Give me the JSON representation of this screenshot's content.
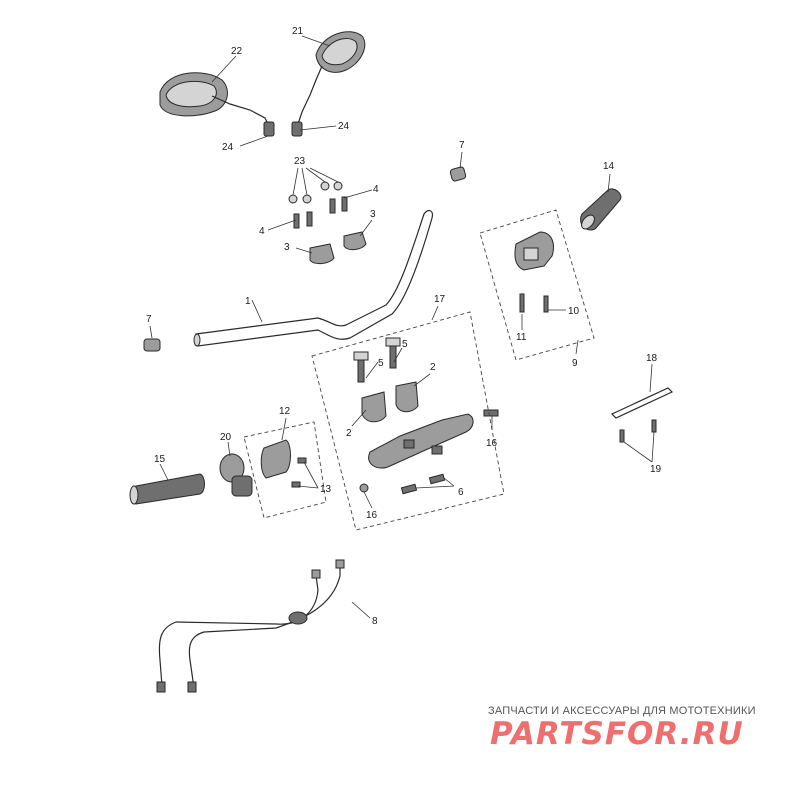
{
  "callouts": {
    "c1": "1",
    "c2a": "2",
    "c2b": "2",
    "c3a": "3",
    "c3b": "3",
    "c4a": "4",
    "c4b": "4",
    "c5a": "5",
    "c5b": "5",
    "c6": "6",
    "c7a": "7",
    "c7b": "7",
    "c8": "8",
    "c9": "9",
    "c10": "10",
    "c11": "11",
    "c12": "12",
    "c13": "13",
    "c14": "14",
    "c15": "15",
    "c16a": "16",
    "c16b": "16",
    "c17": "17",
    "c18": "18",
    "c19": "19",
    "c20": "20",
    "c21": "21",
    "c22": "22",
    "c23": "23",
    "c24a": "24",
    "c24b": "24"
  },
  "watermark": {
    "caption": "ЗАПЧАСТИ И АКСЕССУАРЫ ДЛЯ МОТОТЕХНИКИ",
    "logo": "PARTSFOR.RU"
  }
}
